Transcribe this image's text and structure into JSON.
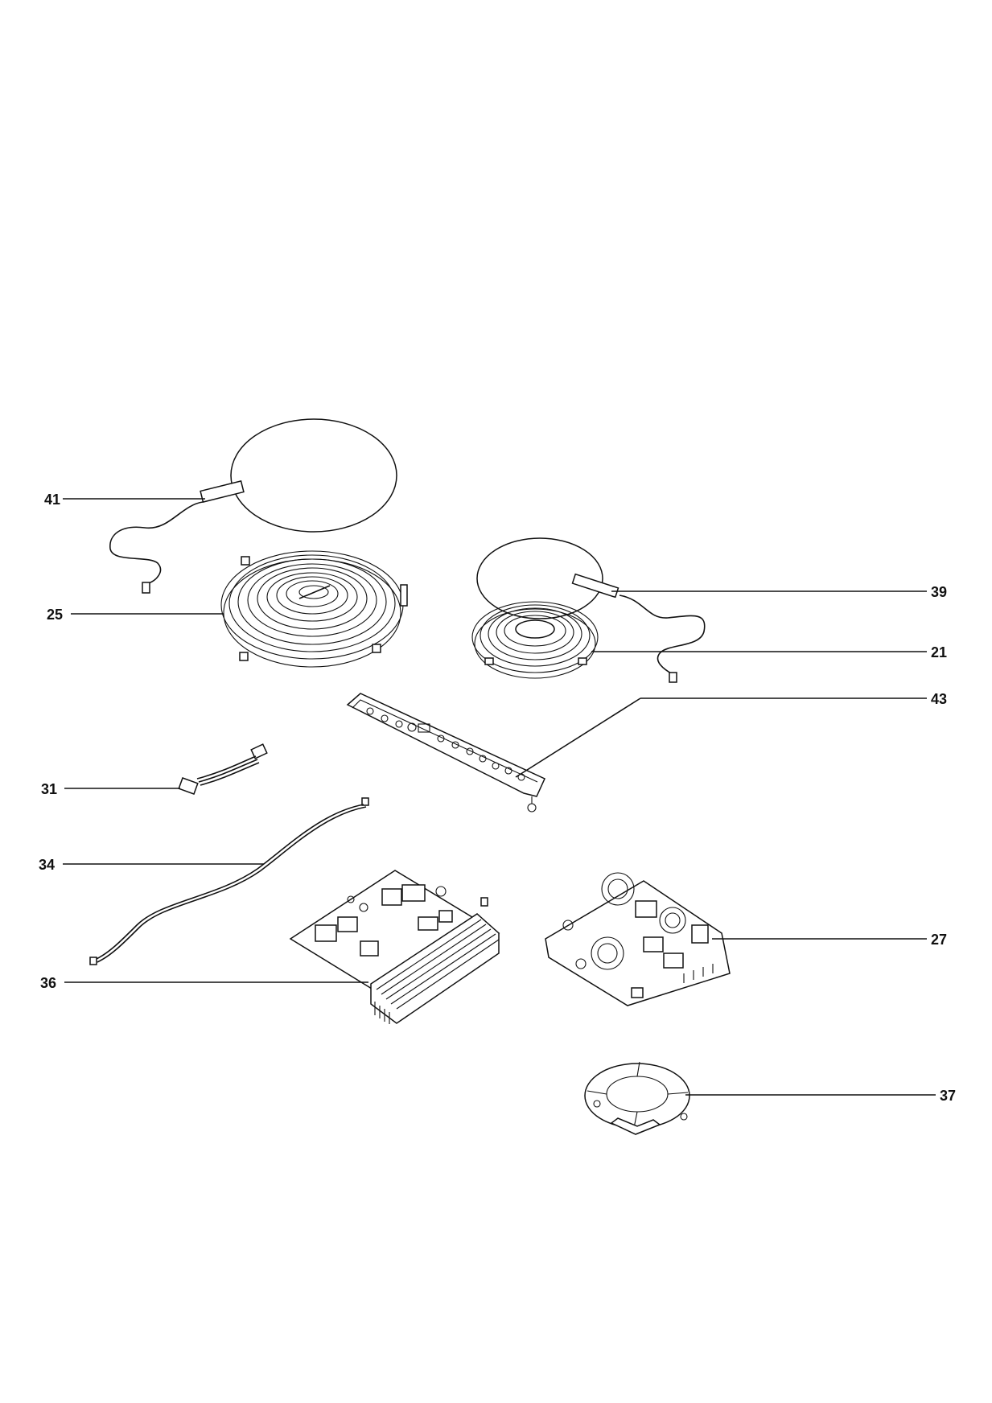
{
  "diagram": {
    "callouts": [
      {
        "id": "41",
        "label": "41"
      },
      {
        "id": "25",
        "label": "25"
      },
      {
        "id": "39",
        "label": "39"
      },
      {
        "id": "21",
        "label": "21"
      },
      {
        "id": "43",
        "label": "43"
      },
      {
        "id": "31",
        "label": "31"
      },
      {
        "id": "34",
        "label": "34"
      },
      {
        "id": "27",
        "label": "27"
      },
      {
        "id": "36",
        "label": "36"
      },
      {
        "id": "37",
        "label": "37"
      }
    ]
  },
  "colors": {
    "ink": "#111111",
    "paper": "#ffffff"
  }
}
